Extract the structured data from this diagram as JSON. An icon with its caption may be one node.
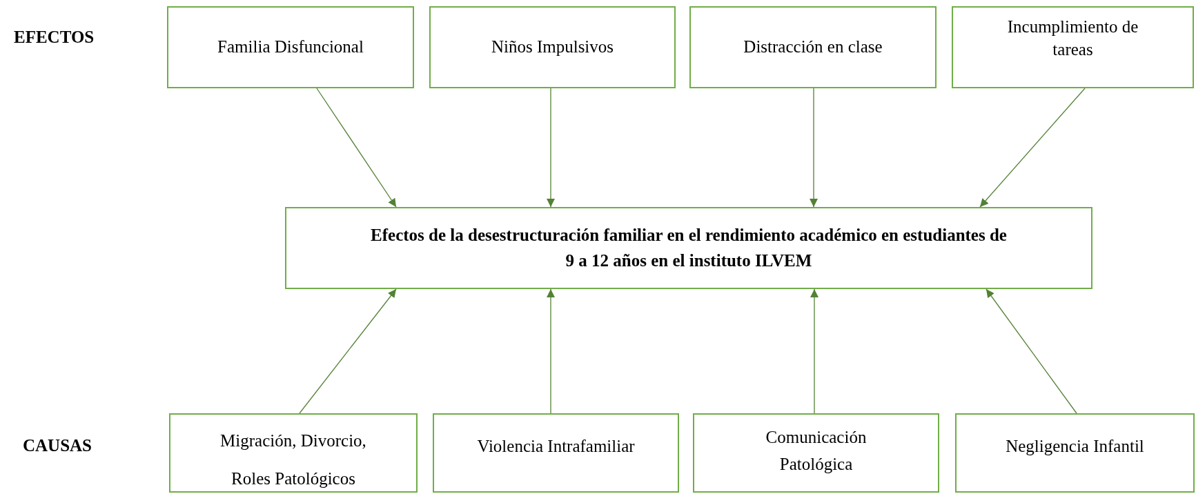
{
  "diagram": {
    "nodes": [
      {
        "text": [
          "Familia Disfuncional"
        ]
      },
      {
        "text": [
          "Niños Impulsivos"
        ]
      },
      {
        "text": [
          "Distracción en clase"
        ]
      },
      {
        "text": [
          "Incumplimiento de tareas"
        ]
      },
      {
        "text": [
          "Efectos de la desestructuración familiar en el rendimiento académico en estudiantes de 9 a 12 años en el instituto ILVEM"
        ]
      },
      {
        "text": [
          "Migración, Divorcio, Roles Patológicos"
        ]
      },
      {
        "text": [
          "Violencia Intrafamiliar"
        ]
      },
      {
        "text": [
          "Comunicación Patológica"
        ]
      },
      {
        "text": [
          "Negligencia Infantil"
        ]
      }
    ],
    "edges": [
      {
        "from": 0,
        "to": 4,
        "arrow": "to"
      },
      {
        "from": 1,
        "to": 4,
        "arrow": "to"
      },
      {
        "from": 2,
        "to": 4,
        "arrow": "to"
      },
      {
        "from": 3,
        "to": 4,
        "arrow": "to"
      },
      {
        "from": 5,
        "to": 4,
        "arrow": "to"
      },
      {
        "from": 6,
        "to": 4,
        "arrow": "to"
      },
      {
        "from": 7,
        "to": 4,
        "arrow": "to"
      },
      {
        "from": 8,
        "to": 4,
        "arrow": "to"
      }
    ],
    "labels": [
      "EFECTOS",
      "CAUSAS"
    ]
  }
}
